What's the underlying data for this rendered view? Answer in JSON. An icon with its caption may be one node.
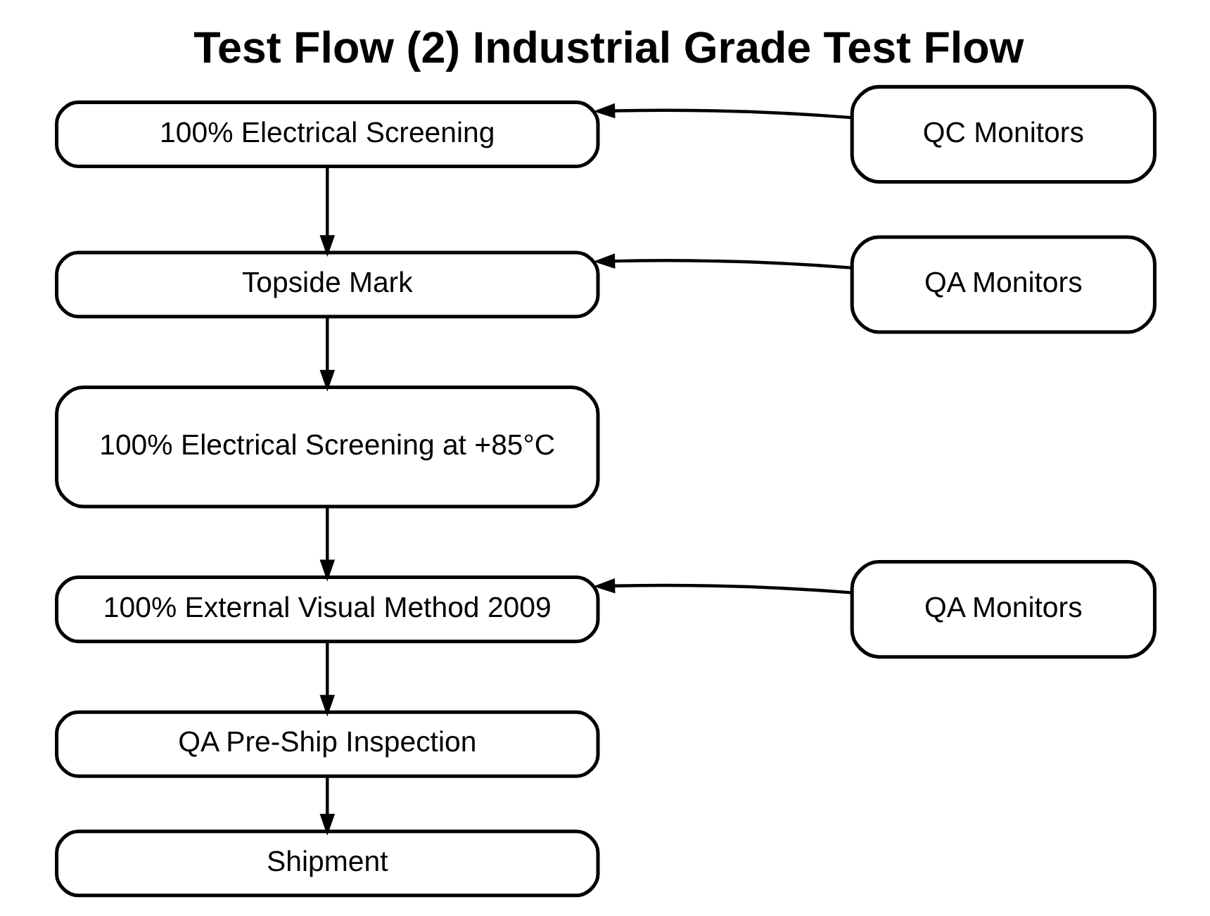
{
  "diagram": {
    "title": "Test Flow (2) Industrial Grade Test Flow",
    "nodes": [
      {
        "text": [
          "100% Electrical Screening"
        ]
      },
      {
        "text": [
          "QC Monitors"
        ]
      },
      {
        "text": [
          "Topside Mark"
        ]
      },
      {
        "text": [
          "QA Monitors"
        ]
      },
      {
        "text": [
          "100% Electrical Screening at +85°C"
        ]
      },
      {
        "text": [
          "100% External Visual Method 2009"
        ]
      },
      {
        "text": [
          "QA Monitors"
        ]
      },
      {
        "text": [
          "QA Pre-Ship Inspection"
        ]
      },
      {
        "text": [
          "Shipment"
        ]
      }
    ],
    "edges": [
      {
        "from": 0,
        "to": 2,
        "arrow": "to"
      },
      {
        "from": 2,
        "to": 4,
        "arrow": "to"
      },
      {
        "from": 4,
        "to": 5,
        "arrow": "to"
      },
      {
        "from": 5,
        "to": 7,
        "arrow": "to"
      },
      {
        "from": 7,
        "to": 8,
        "arrow": "to"
      },
      {
        "from": 1,
        "to": 0,
        "arrow": "to"
      },
      {
        "from": 3,
        "to": 2,
        "arrow": "to"
      },
      {
        "from": 6,
        "to": 5,
        "arrow": "to"
      }
    ]
  }
}
